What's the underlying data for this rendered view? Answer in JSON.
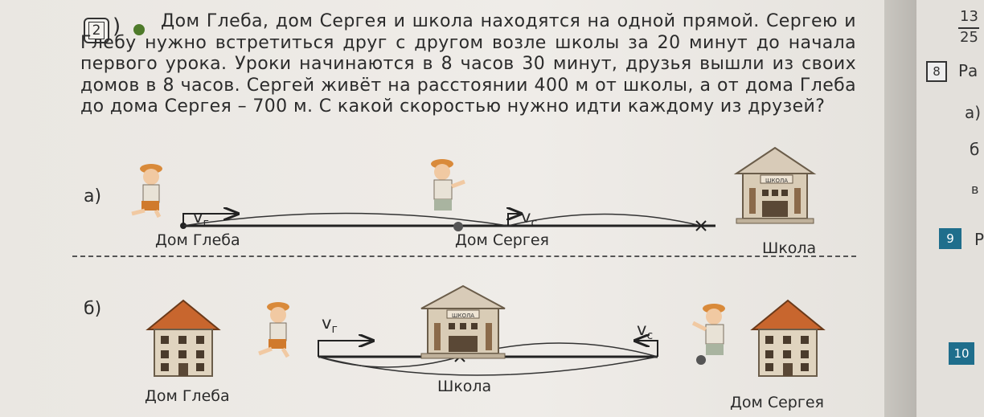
{
  "task": {
    "number": "2",
    "text": "Дом Глеба, дом Сергея и школа находятся на одной прямой. Сергею и Глебу нужно встретиться друг с другом возле школы за 20 минут до начала первого урока. Уроки начинаются в 8 часов 30 минут, друзья вышли из своих домов в 8 часов. Сергей живёт на расстоянии 400 м от школы, а от дома Глеба до дома Сергея – 700 м. С какой скоростью нужно идти каждому из друзей?"
  },
  "part_a": {
    "marker": "а)",
    "vg": "v",
    "vg_sub": "г",
    "vc": "v",
    "vc_sub": "с",
    "label_gleb": "Дом Глеба",
    "label_sergey": "Дом Сергея",
    "label_school": "Школа",
    "school_sign": "ШКОЛА"
  },
  "part_b": {
    "marker": "б)",
    "vg": "v",
    "vg_sub": "г",
    "vc": "v",
    "vc_sub": "с",
    "label_gleb": "Дом Глеба",
    "label_school": "Школа",
    "label_sergey": "Дом Сергея",
    "school_sign": "ШКОЛА"
  },
  "sidebar": {
    "fraction_num": "13",
    "fraction_den": "25",
    "box8": "8",
    "text8": "Ра",
    "a": "а)",
    "b": "б",
    "v": "в",
    "box9": "9",
    "text9": "Р",
    "box10": "10"
  }
}
